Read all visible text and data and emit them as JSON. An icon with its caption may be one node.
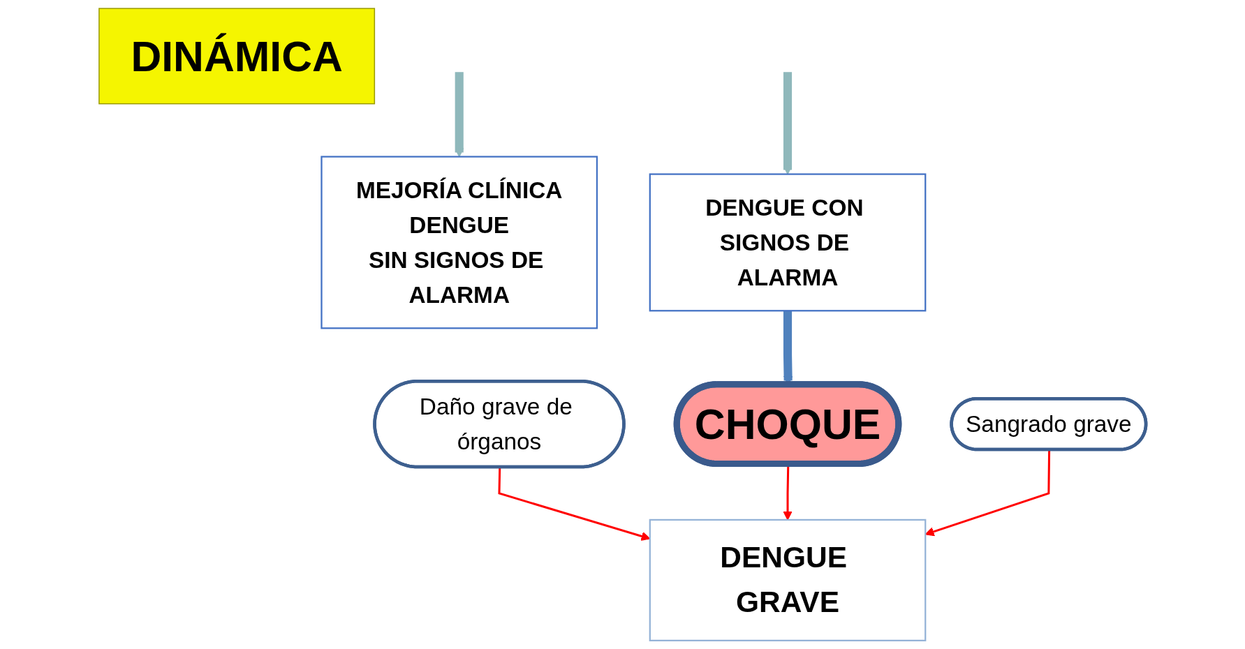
{
  "diagram": {
    "nodes": [
      {
        "text": [
          "MEJORÍA CLÍNICA",
          "DENGUE",
          "SIN SIGNOS DE ALARMA"
        ]
      },
      {
        "text": [
          "DENGUE CON SIGNOS DE ALARMA"
        ]
      },
      {
        "text": [
          "CHOQUE"
        ]
      },
      {
        "text": [
          "Daño grave de órganos"
        ]
      },
      {
        "text": [
          "DENGUE GRAVE"
        ]
      },
      {
        "text": [
          "Sangrado grave"
        ]
      },
      {
        "text": [
          "DINÁMICA"
        ]
      }
    ],
    "edges": [
      {
        "from": null,
        "to": 0,
        "arrow": "to",
        "style": "thick",
        "color": "#8fb8bb"
      },
      {
        "from": null,
        "to": 1,
        "arrow": "to",
        "style": "thick",
        "color": "#8fb8bb"
      },
      {
        "from": 1,
        "to": 2,
        "arrow": "to",
        "style": "thick",
        "color": "#4f81bd"
      },
      {
        "from": 3,
        "to": 4,
        "arrow": "to",
        "color": "#ff0000"
      },
      {
        "from": 2,
        "to": 4,
        "arrow": "to",
        "color": "#ff0000"
      },
      {
        "from": 5,
        "to": 4,
        "arrow": "to",
        "color": "#ff0000"
      }
    ]
  }
}
